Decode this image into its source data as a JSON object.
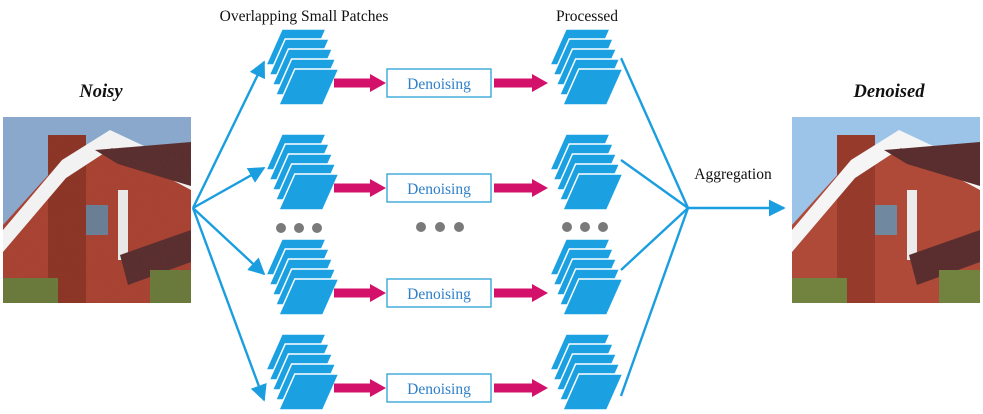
{
  "labels": {
    "patches_title": "Overlapping Small Patches",
    "processed_title": "Processed",
    "noisy": "Noisy",
    "denoised": "Denoised",
    "aggregation": "Aggregation",
    "denoising": "Denoising"
  },
  "colors": {
    "blue": "#1a9ee0",
    "patch_fill": "#1ba1e2",
    "patch_stroke": "#ffffff",
    "magenta": "#d4116a",
    "box_border": "#2aa0d8",
    "box_text": "#2f80c8",
    "dots": "#7a7a7a",
    "sky_noisy": "#8aa8cc",
    "sky_clean": "#9cc4e8",
    "brick": "#a84232",
    "brick_dark": "#8c3426",
    "roof": "#5a2e2e",
    "trim": "#f2f2f2",
    "window": "#6a7f95",
    "grass": "#6b7a3a"
  },
  "rows": [
    {
      "id": 1,
      "label": "Denoising"
    },
    {
      "id": 2,
      "label": "Denoising"
    },
    {
      "id": 3,
      "label": "Denoising"
    },
    {
      "id": 4,
      "label": "Denoising"
    }
  ]
}
